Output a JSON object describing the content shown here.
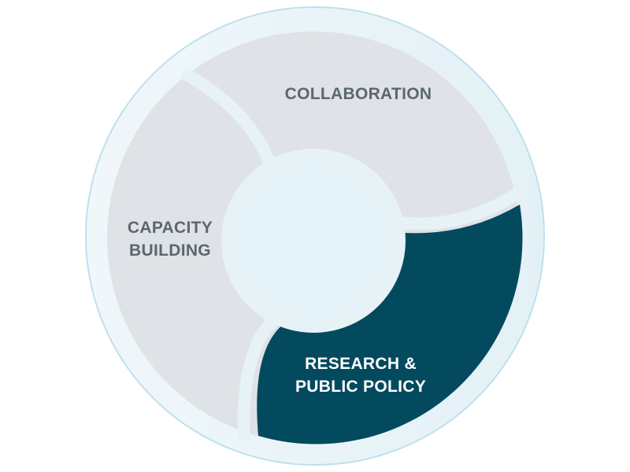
{
  "segments": {
    "collaboration": {
      "label": "COLLABORATION"
    },
    "capacity_building": {
      "line1": "CAPACITY",
      "line2": "BUILDING"
    },
    "research_policy": {
      "line1": "RESEARCH &",
      "line2": "PUBLIC POLICY"
    }
  },
  "colors": {
    "background_disc": "#e6f2f6",
    "outer_ring": "#bfe0ee",
    "segment_gray": "#dfe2e6",
    "segment_highlight": "#044a5e",
    "label_gray": "#5b6770",
    "label_white": "#ffffff"
  }
}
